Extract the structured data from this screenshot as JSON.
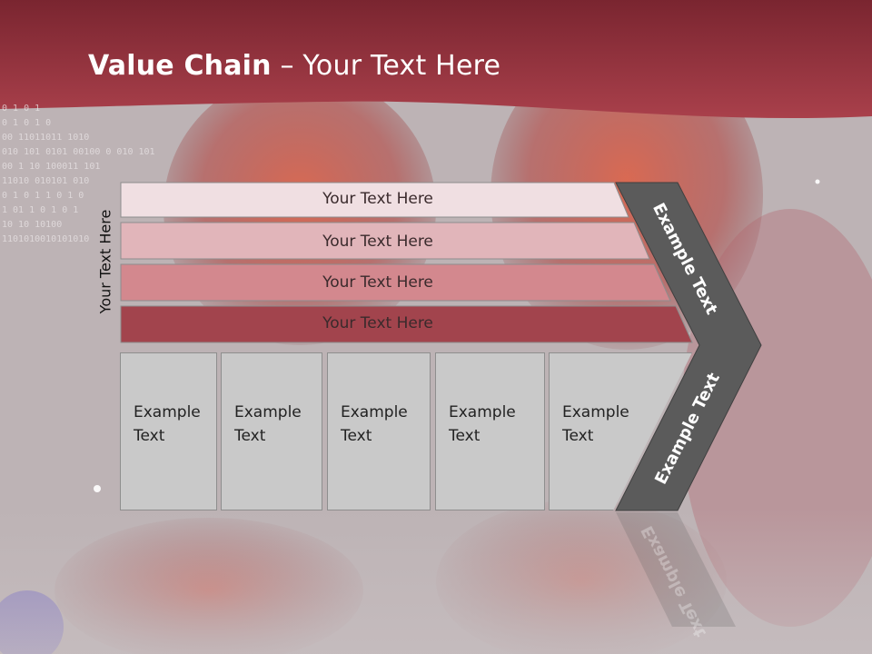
{
  "header": {
    "title_bold": "Value Chain",
    "title_rest": " – Your Text Here"
  },
  "side_label": "Your Text Here",
  "bars": [
    {
      "label": "Your Text Here",
      "color": "#f0dfe2"
    },
    {
      "label": "Your Text Here",
      "color": "#e1b5ba"
    },
    {
      "label": "Your Text Here",
      "color": "#d3888e"
    },
    {
      "label": "Your Text Here",
      "color": "#a2444d"
    }
  ],
  "boxes": [
    {
      "line1": "Example",
      "line2": "Text"
    },
    {
      "line1": "Example",
      "line2": "Text"
    },
    {
      "line1": "Example",
      "line2": "Text"
    },
    {
      "line1": "Example",
      "line2": "Text"
    },
    {
      "line1": "Example",
      "line2": "Text"
    }
  ],
  "chevron": {
    "upper_label": "Example Text",
    "lower_label": "Example Text",
    "color": "#5b5b5b"
  },
  "decor": {
    "binary_text": [
      "0 1 0 1",
      "0 1 0 1 0",
      "00 11011011 1010",
      "010 101 0101 00100 0 010 101",
      "00 1 10 100011 101",
      "11010 010101 010",
      "0 1 0 1 1 0 1 0",
      "1 01 1 0 1 0 1",
      "10 10 10100",
      "1101010010101010"
    ],
    "header_color": "#8b2b36"
  }
}
